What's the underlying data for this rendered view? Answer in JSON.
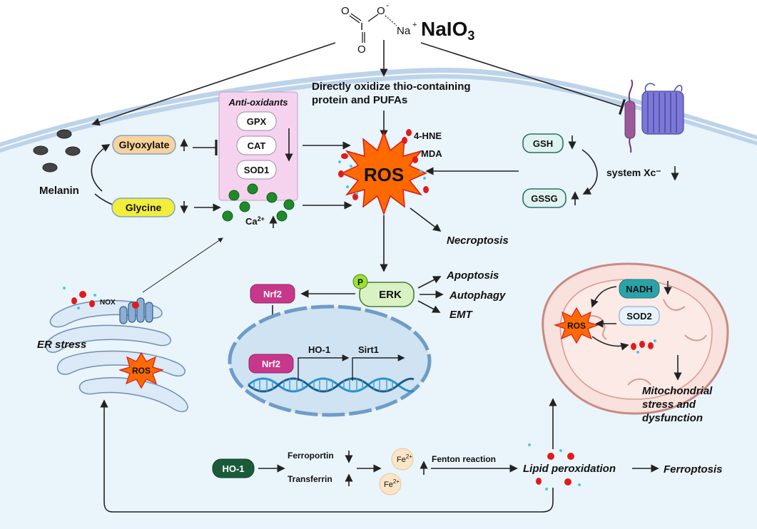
{
  "compound": {
    "structure": {
      "o_top": "O",
      "o_minus": "O",
      "minus": "-",
      "i": "I",
      "o_bottom": "O",
      "na": "Na",
      "plus": "+"
    },
    "formula": "NaIO",
    "formula_sub": "3"
  },
  "direct_oxidation": {
    "line1": "Directly oxidize thio-containing",
    "line2": "protein and PUFAs"
  },
  "antioxidants": {
    "title": "Anti-oxidants",
    "items": [
      "GPX",
      "CAT",
      "SOD1"
    ]
  },
  "melanin_path": {
    "melanin": "Melanin",
    "glyoxylate": "Glyoxylate",
    "glycine": "Glycine",
    "calcium": "Ca",
    "calcium_sup": "2+"
  },
  "ros": {
    "center": "ROS",
    "hne": "4-HNE",
    "mda": "MDA",
    "er": "ROS",
    "mito": "ROS"
  },
  "system_xc": {
    "gsh": "GSH",
    "gssg": "GSSG",
    "label": "system Xc⁻"
  },
  "outcomes": {
    "necroptosis": "Necroptosis",
    "apoptosis": "Apoptosis",
    "autophagy": "Autophagy",
    "emt": "EMT",
    "ferroptosis": "Ferroptosis",
    "mito_1": "Mitochondrial",
    "mito_2": "stress and",
    "mito_3": "dysfunction"
  },
  "signaling": {
    "p": "P",
    "erk": "ERK",
    "nrf2_cyto": "Nrf2",
    "nrf2_nucleus": "Nrf2",
    "ho1_gene": "HO-1",
    "sirt1_gene": "Sirt1"
  },
  "er": {
    "label": "ER stress",
    "nox": "NOX"
  },
  "mito": {
    "nadh": "NADH",
    "sod2": "SOD2"
  },
  "iron": {
    "ho1": "HO-1",
    "ferroportin": "Ferroportin",
    "transferrin": "Transferrin",
    "fe_a": "Fe",
    "fe_b": "Fe",
    "fe_sup": "2+",
    "fenton": "Fenton reaction",
    "lipid": "Lipid peroxidation"
  },
  "colors": {
    "membrane_blue": "#bcd3ea",
    "cytoplasm": "#eaf4fb",
    "nucleus": "#cfe3f3",
    "antioxidant_box": "#f5d3ee",
    "glyoxylate_fill": "#f8d39a",
    "glycine_fill": "#f2ee3a",
    "calcium": "#1f8a2a",
    "ros_fill": "#ff6a00",
    "ros_stroke": "#d7191c",
    "nrf2": "#c8388a",
    "erk": "#d9f2c4",
    "phospho": "#9be22d",
    "gsh_fill": "#dff3ef",
    "mito_fill": "#f9e1dd",
    "mito_stroke": "#c98a80",
    "nadh": "#2aa3a8",
    "ho1": "#1a5c3a",
    "fe": "#fbe5c7",
    "red_dot": "#e11b1b",
    "cyan_dot": "#4cc6e3"
  }
}
